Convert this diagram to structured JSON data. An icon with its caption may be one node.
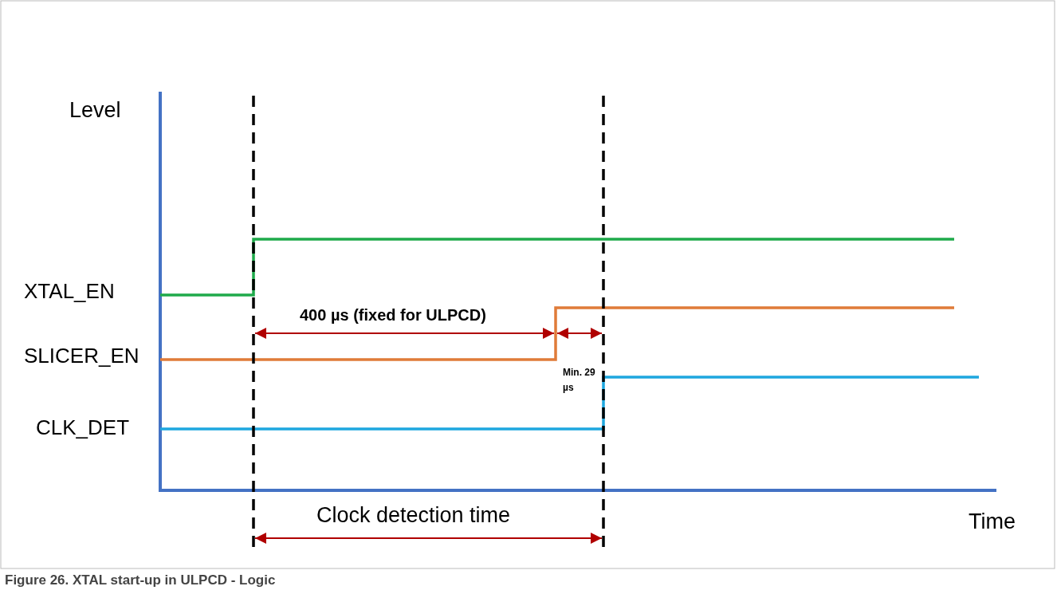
{
  "diagram": {
    "caption": "Figure 26.  XTAL start-up in ULPCD - Logic",
    "labels": [
      "Level",
      "XTAL_EN",
      "SLICER_EN",
      "CLK_DET",
      "400 µs (fixed for ULPCD)",
      "Min. 29 µs",
      "Clock detection time",
      "Time"
    ]
  }
}
